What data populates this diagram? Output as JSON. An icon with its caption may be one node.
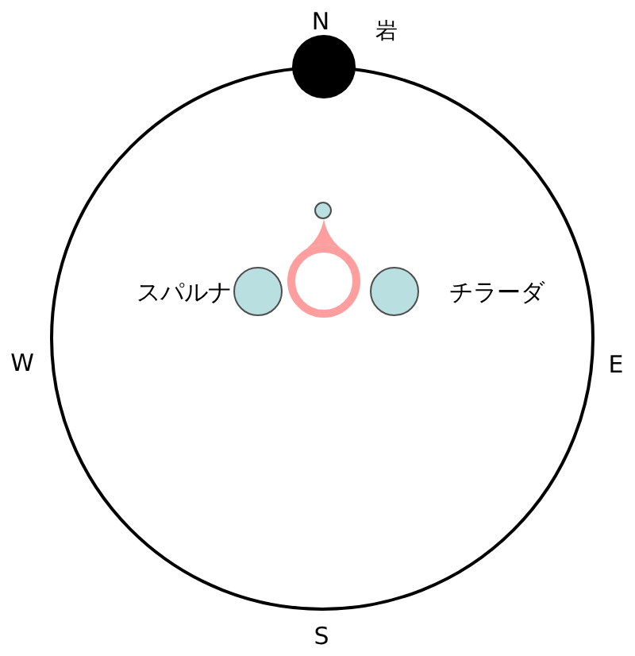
{
  "diagram": {
    "nodes": [
      {
        "text": [],
        "shape": "circle",
        "beside": [
          "岩"
        ]
      },
      {
        "text": [],
        "shape": "circle"
      },
      {
        "text": [],
        "shape": "ring"
      },
      {
        "text": [],
        "shape": "circle",
        "beside": [
          "スパルナ"
        ]
      },
      {
        "text": [],
        "shape": "circle",
        "beside": [
          "チラーダ"
        ]
      }
    ],
    "labels": [
      "N",
      "W",
      "E",
      "S"
    ]
  }
}
